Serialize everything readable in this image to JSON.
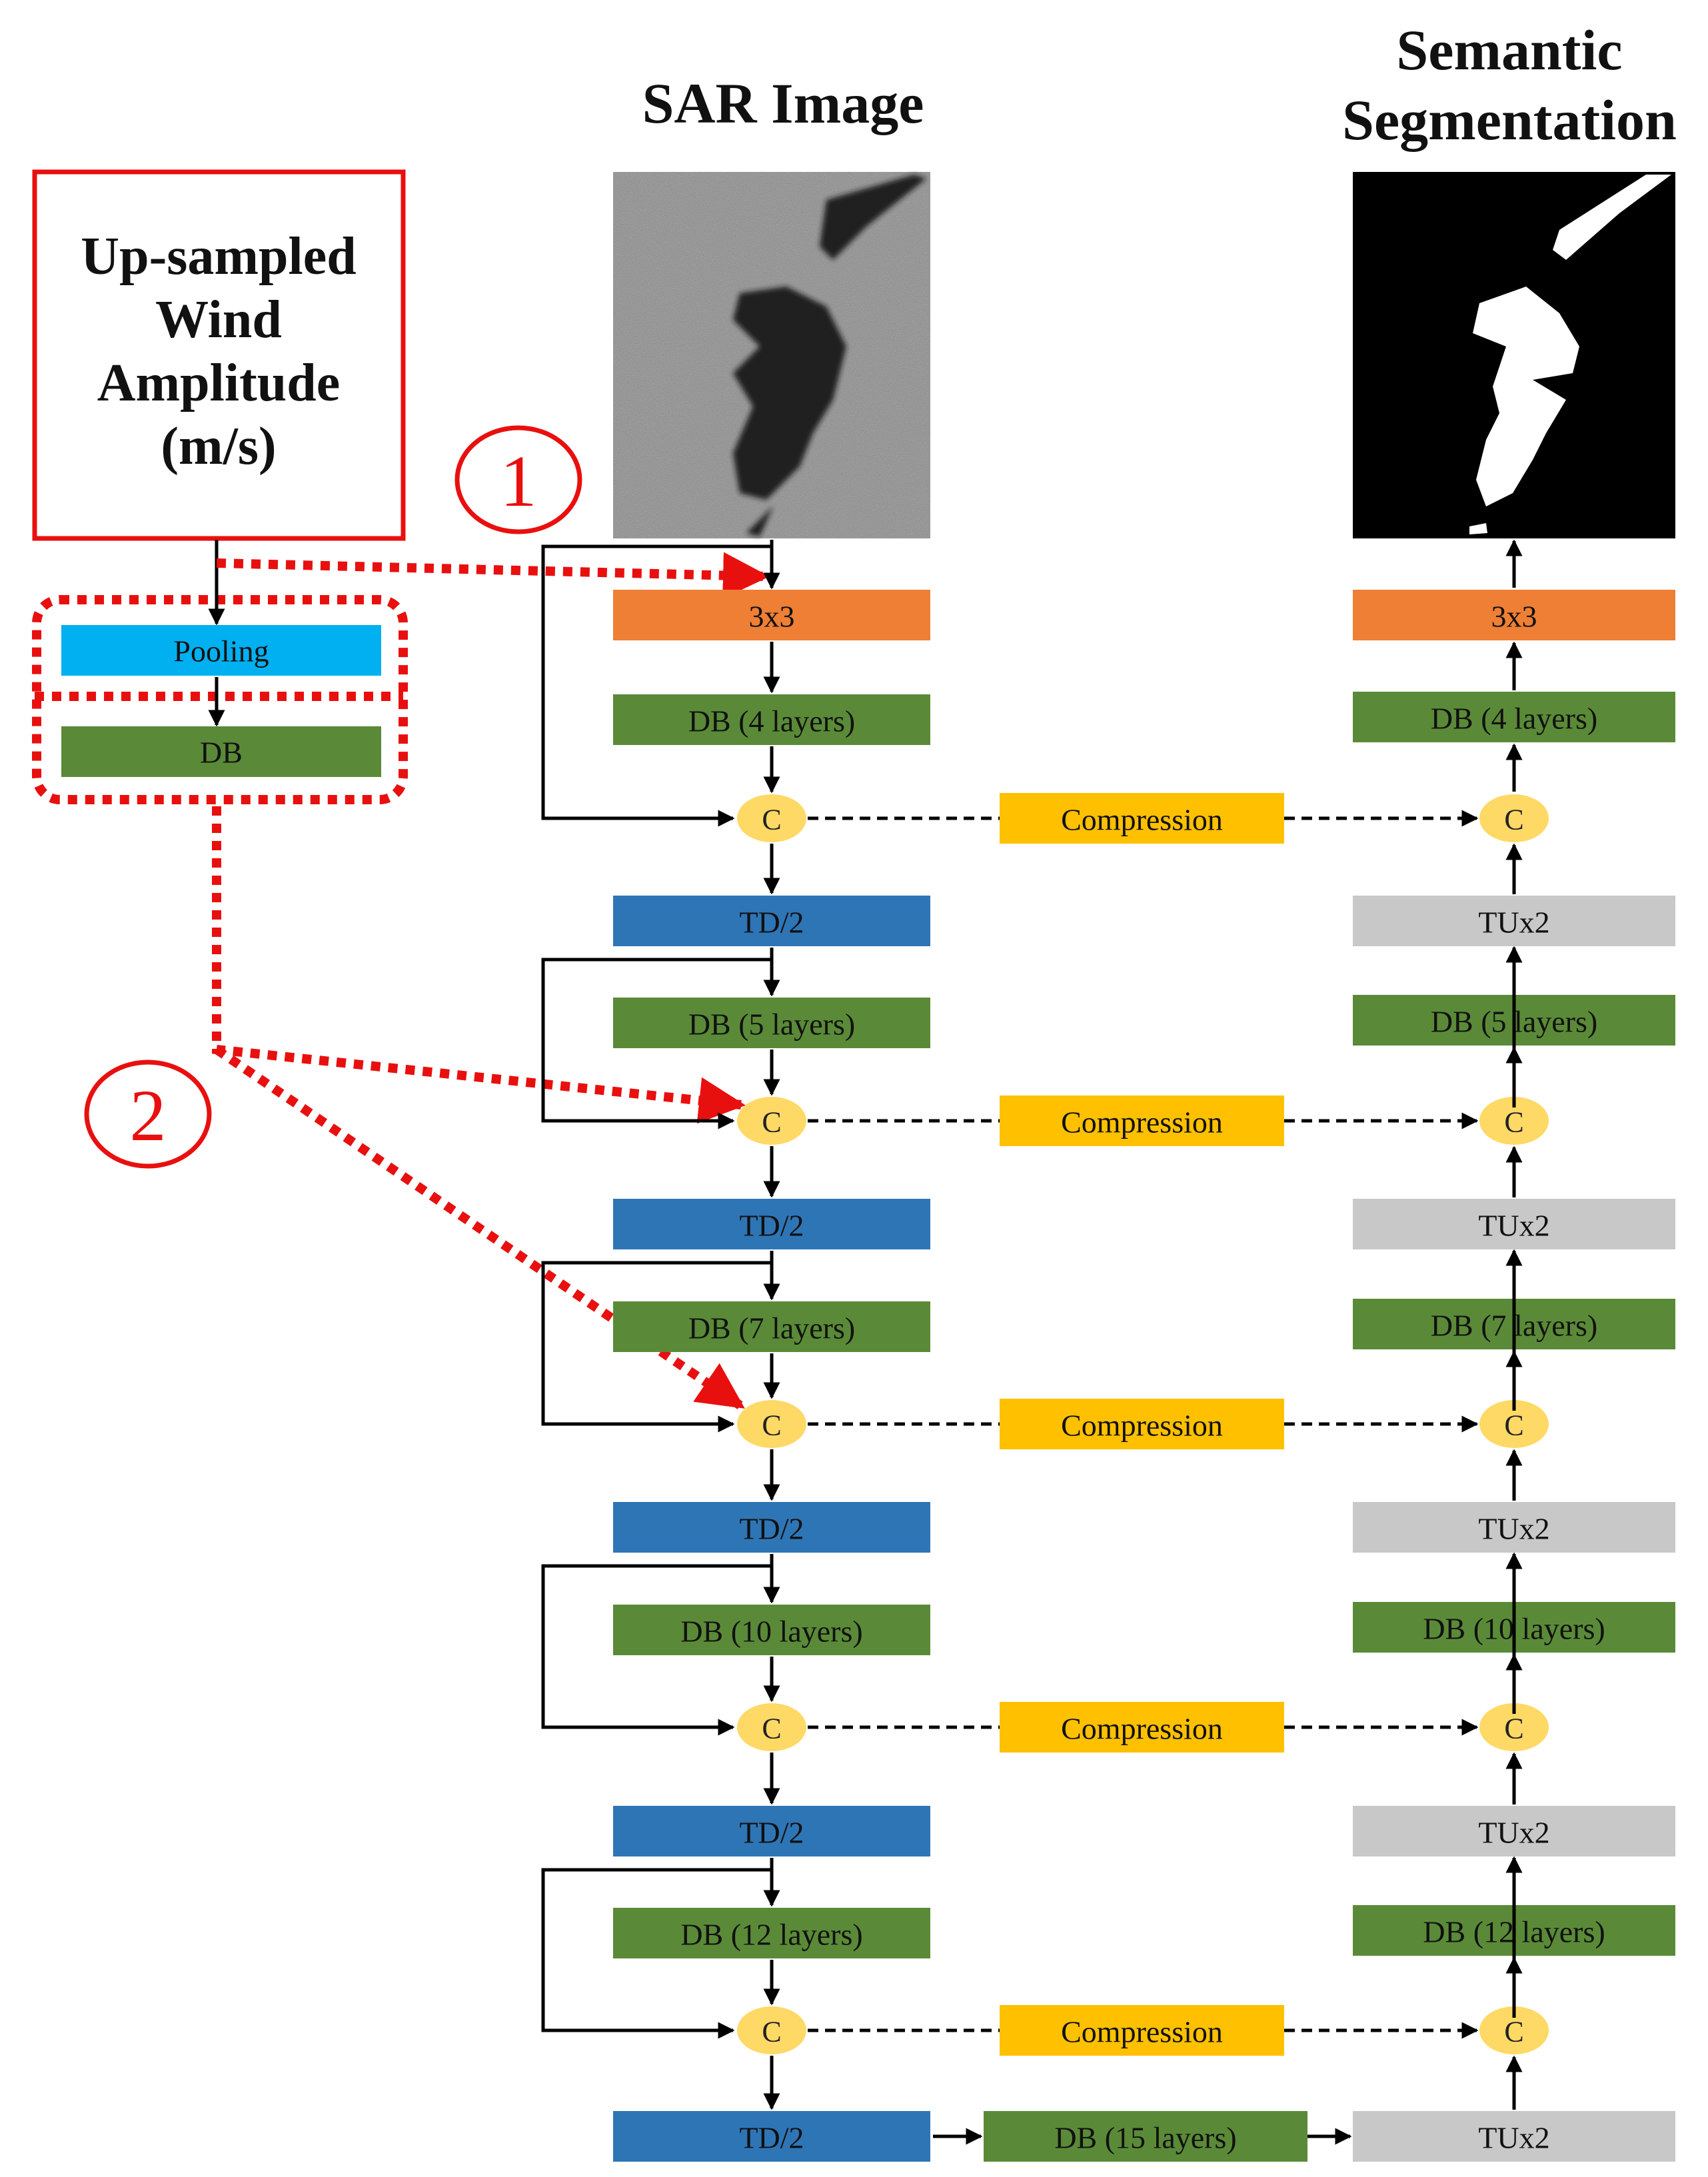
{
  "titles": {
    "input": "SAR Image",
    "output_line1": "Semantic",
    "output_line2": "Segmentation"
  },
  "wind_box": {
    "line1": "Up-sampled",
    "line2": "Wind",
    "line3": "Amplitude",
    "line4": "(m/s)"
  },
  "wind_branch": {
    "pooling": "Pooling",
    "db": "DB"
  },
  "markers": {
    "one": "1",
    "two": "2"
  },
  "encoder": {
    "conv": "3x3",
    "db": [
      "DB (4 layers)",
      "DB (5 layers)",
      "DB (7 layers)",
      "DB (10 layers)",
      "DB (12 layers)"
    ],
    "td": "TD/2"
  },
  "concat_label": "C",
  "compression_label": "Compression",
  "bottleneck": "DB (15 layers)",
  "decoder": {
    "conv": "3x3",
    "db": [
      "DB (4 layers)",
      "DB (5 layers)",
      "DB (7 layers)",
      "DB (10 layers)",
      "DB (12 layers)"
    ],
    "tu": "TUx2"
  },
  "colors": {
    "conv": "#ee7f35",
    "db": "#5a8a37",
    "td": "#2e75b6",
    "tu": "#c8c8c8",
    "pooling": "#00b0f0",
    "compression": "#ffc000",
    "concat": "#ffd966",
    "highlight": "#e8100f"
  }
}
